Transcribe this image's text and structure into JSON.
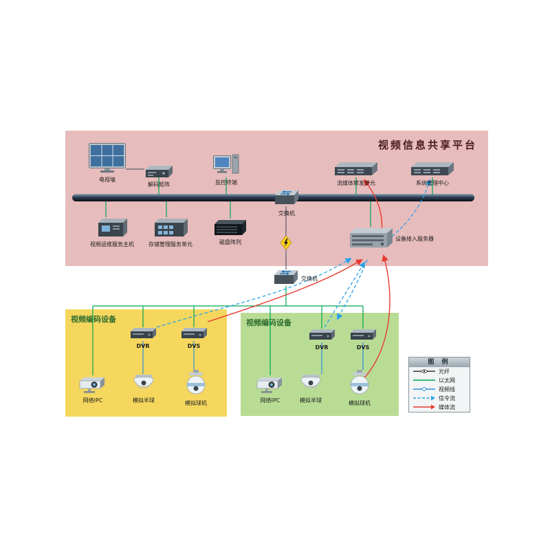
{
  "colors": {
    "platform_bg": "#e7bcbc",
    "zone_left_bg": "#f5d75e",
    "zone_right_bg": "#b9dc94",
    "ethernet_green": "#00a550",
    "video_blue": "#2b8fd8",
    "signal_blue": "#2ba3e8",
    "media_red": "#e6392e"
  },
  "platform": {
    "title": "视频信息共享平台",
    "tv_wall": "电视墙",
    "decode_matrix": "解码矩阵",
    "monitor_terminal": "监控终端",
    "stream_forward": "流媒体转发单元",
    "sys_mgmt": "系统管理中心",
    "switch1": "交换机",
    "om_host": "视频运维服务主机",
    "storage_mgmt": "存储管理服务单元",
    "disk_array": "磁盘阵列",
    "access_server": "设备接入服务器"
  },
  "middle": {
    "switch2": "交换机"
  },
  "zone_left": {
    "title": "视频编码设备",
    "dvr": "DVR",
    "dvs": "DVS",
    "ipc": "网络IPC",
    "dome": "模拟半球",
    "ptz": "模拟球机"
  },
  "zone_right": {
    "title": "视频编码设备",
    "dvr": "DVR",
    "dvs": "DVS",
    "ipc": "网络IPC",
    "dome": "模拟半球",
    "ptz": "模拟球机"
  },
  "legend": {
    "title": "图 例",
    "items": [
      {
        "label": "光纤"
      },
      {
        "label": "以太网"
      },
      {
        "label": "视频线"
      },
      {
        "label": "信令流"
      },
      {
        "label": "媒体流"
      }
    ]
  }
}
